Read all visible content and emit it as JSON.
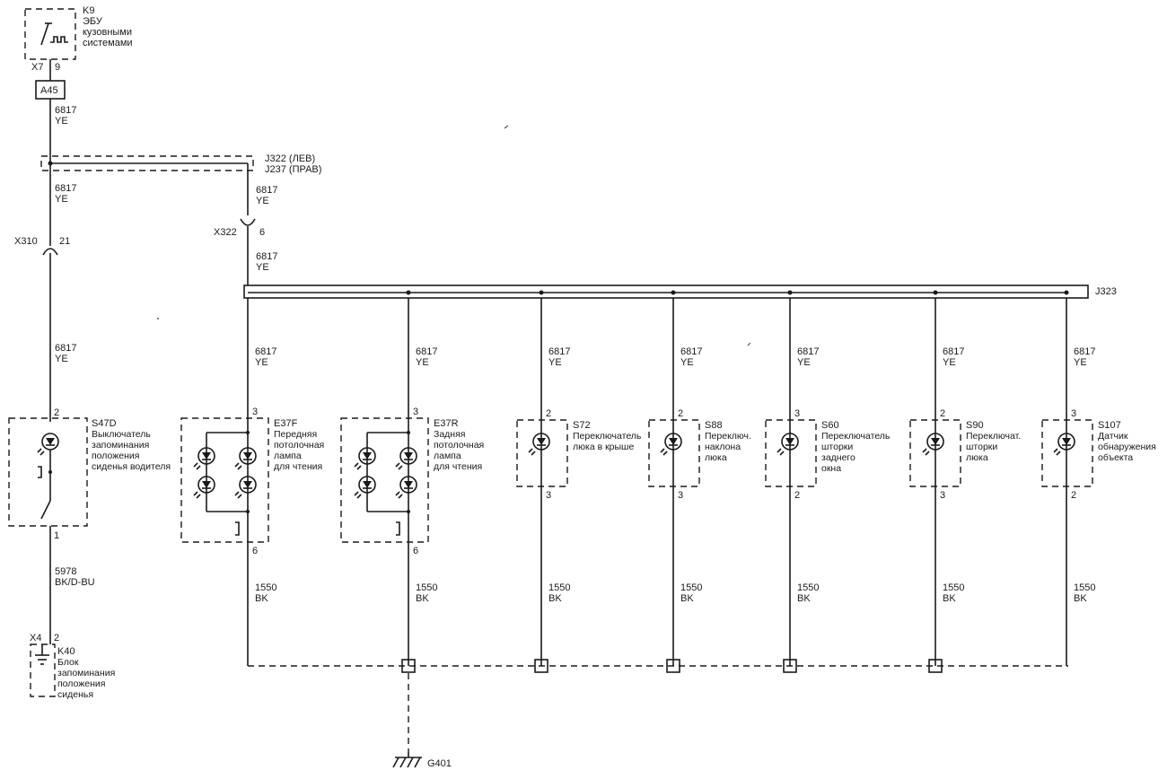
{
  "ecu": {
    "id": "K9",
    "label_lines": [
      "ЭБУ",
      "кузовными",
      "системами"
    ],
    "connector": "X7",
    "pin": "9"
  },
  "fuse": "A45",
  "feed_wire": {
    "circuit": "6817",
    "color": "YE"
  },
  "splice": {
    "left": "J322 (ЛЕВ)",
    "right": "J237 (ПРАВ)"
  },
  "x322": {
    "connector": "X322",
    "pin": "6"
  },
  "x310": {
    "connector": "X310",
    "pin": "21"
  },
  "bus": "J323",
  "s47d": {
    "id": "S47D",
    "label_lines": [
      "Выключатель",
      "запоминания",
      "положения",
      "сиденья водителя"
    ],
    "pin_top": "2",
    "pin_bottom": "1",
    "wire_out": {
      "circuit": "5978",
      "color": "BK/D-BU"
    }
  },
  "k40": {
    "id": "K40",
    "label_lines": [
      "Блок",
      "запоминания",
      "положения",
      "сиденья"
    ],
    "connector": "X4",
    "pin": "2"
  },
  "ground": "G401",
  "ground_wire": {
    "circuit": "1550",
    "color": "BK"
  },
  "components": [
    {
      "id": "E37F",
      "label_lines": [
        "Передняя",
        "потолочная",
        "лампа",
        "для чтения"
      ],
      "pin_top": "3",
      "pin_bottom": "6"
    },
    {
      "id": "E37R",
      "label_lines": [
        "Задняя",
        "потолочная",
        "лампа",
        "для чтения"
      ],
      "pin_top": "3",
      "pin_bottom": "6"
    },
    {
      "id": "S72",
      "label_lines": [
        "Переключатель",
        "люка в крыше"
      ],
      "pin_top": "2",
      "pin_bottom": "3"
    },
    {
      "id": "S88",
      "label_lines": [
        "Переключ.",
        "наклона",
        "люка"
      ],
      "pin_top": "2",
      "pin_bottom": "3"
    },
    {
      "id": "S60",
      "label_lines": [
        "Переключатель",
        "шторки",
        "заднего",
        "окна"
      ],
      "pin_top": "3",
      "pin_bottom": "2"
    },
    {
      "id": "S90",
      "label_lines": [
        "Переключат.",
        "шторки",
        "люка"
      ],
      "pin_top": "2",
      "pin_bottom": "3"
    },
    {
      "id": "S107",
      "label_lines": [
        "Датчик",
        "обнаружения",
        "объекта"
      ],
      "pin_top": "3",
      "pin_bottom": "2"
    }
  ]
}
